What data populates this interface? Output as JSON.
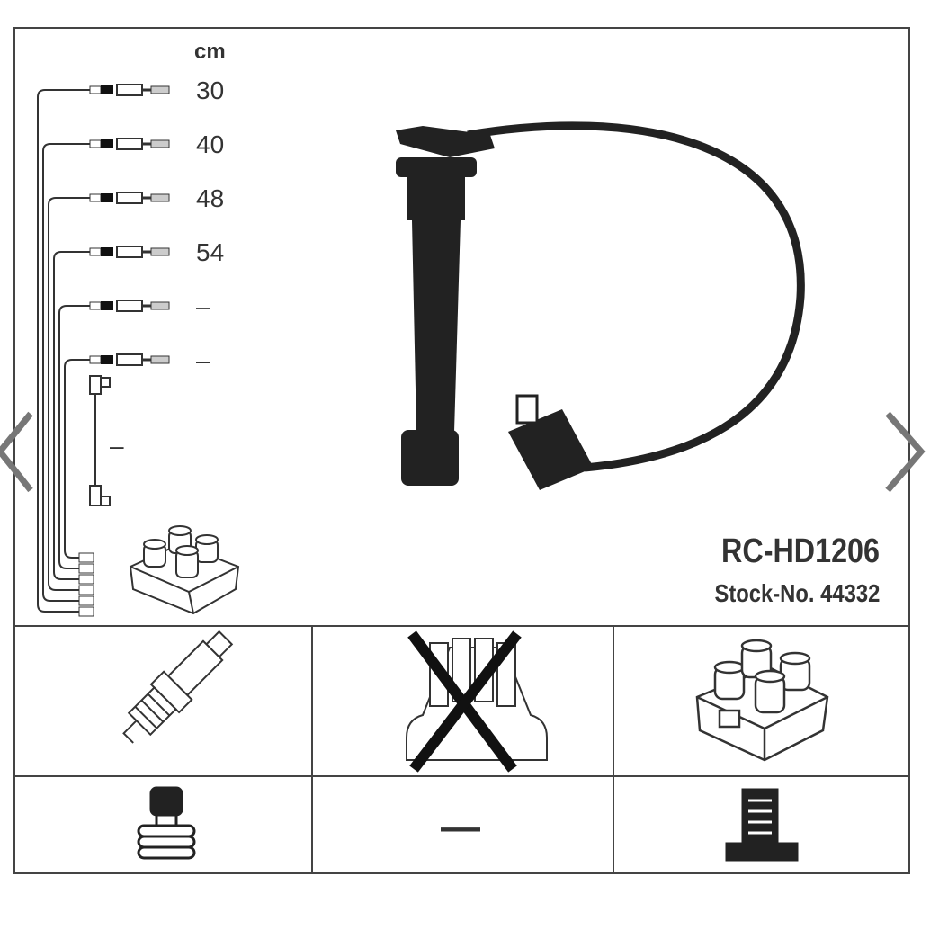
{
  "diagram": {
    "unit_label": "cm",
    "lead_lengths": [
      "30",
      "40",
      "48",
      "54",
      "–",
      "–"
    ],
    "extra_lead_length": "–",
    "part_number": "RC-HD1206",
    "stock_number": "Stock-No. 44332",
    "accessory_cells": {
      "spark_plug": "spark-plug",
      "distributor_cap": "distributor-cap-crossed",
      "ignition_coil": "ignition-coil",
      "plug_connector": "plug-connector",
      "middle_empty": "—",
      "coil_connector": "coil-connector"
    }
  },
  "navigation": {
    "prev": "chevron-left-icon",
    "next": "chevron-right-icon"
  },
  "colors": {
    "line": "#444444",
    "cable": "#222222",
    "arrow": "#777777"
  }
}
